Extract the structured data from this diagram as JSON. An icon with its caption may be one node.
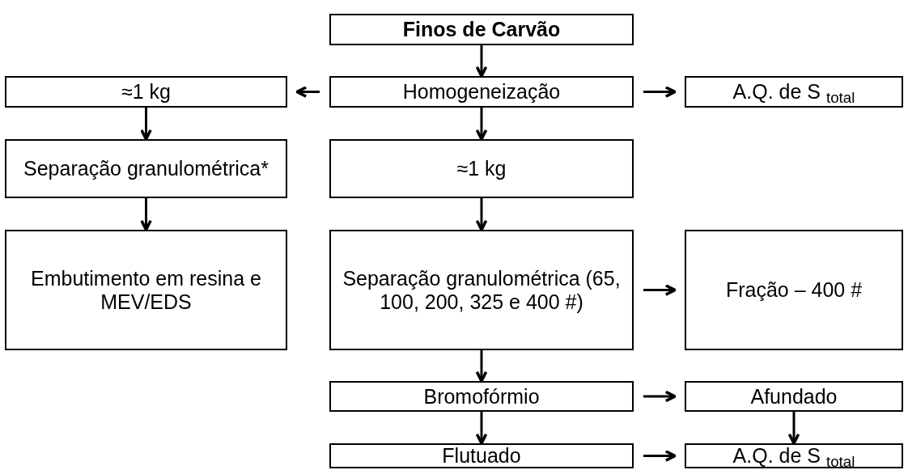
{
  "diagram": {
    "nodes": [
      {
        "text": [
          "Finos de Carvão"
        ]
      },
      {
        "text": [
          "≈1 kg"
        ]
      },
      {
        "text": [
          "Homogeneização"
        ]
      },
      {
        "text": [
          "A.Q. de S $_{total}$"
        ]
      },
      {
        "text": [
          "Separação granulométrica*"
        ]
      },
      {
        "text": [
          "≈1 kg"
        ]
      },
      {
        "text": [
          "Embutimento em resina e MEV/EDS"
        ]
      },
      {
        "text": [
          "Separação granulométrica (65, 100, 200, 325 e 400 #)"
        ]
      },
      {
        "text": [
          "Fração – 400 #"
        ]
      },
      {
        "text": [
          "Bromofórmio"
        ]
      },
      {
        "text": [
          "Afundado"
        ]
      },
      {
        "text": [
          "Flutuado"
        ]
      },
      {
        "text": [
          "A.Q. de S $_{total}$"
        ]
      }
    ],
    "edges": [
      {
        "from": 0,
        "to": 2,
        "arrow": "to"
      },
      {
        "from": 2,
        "to": 1,
        "arrow": "to"
      },
      {
        "from": 2,
        "to": 3,
        "arrow": "to"
      },
      {
        "from": 2,
        "to": 5,
        "arrow": "to"
      },
      {
        "from": 1,
        "to": 4,
        "arrow": "to"
      },
      {
        "from": 4,
        "to": 6,
        "arrow": "to"
      },
      {
        "from": 5,
        "to": 7,
        "arrow": "to"
      },
      {
        "from": 7,
        "to": 8,
        "arrow": "to"
      },
      {
        "from": 7,
        "to": 9,
        "arrow": "to"
      },
      {
        "from": 9,
        "to": 10,
        "arrow": "to"
      },
      {
        "from": 9,
        "to": 11,
        "arrow": "to"
      },
      {
        "from": 10,
        "to": 12,
        "arrow": "to"
      },
      {
        "from": 11,
        "to": 12,
        "arrow": "to"
      }
    ]
  }
}
